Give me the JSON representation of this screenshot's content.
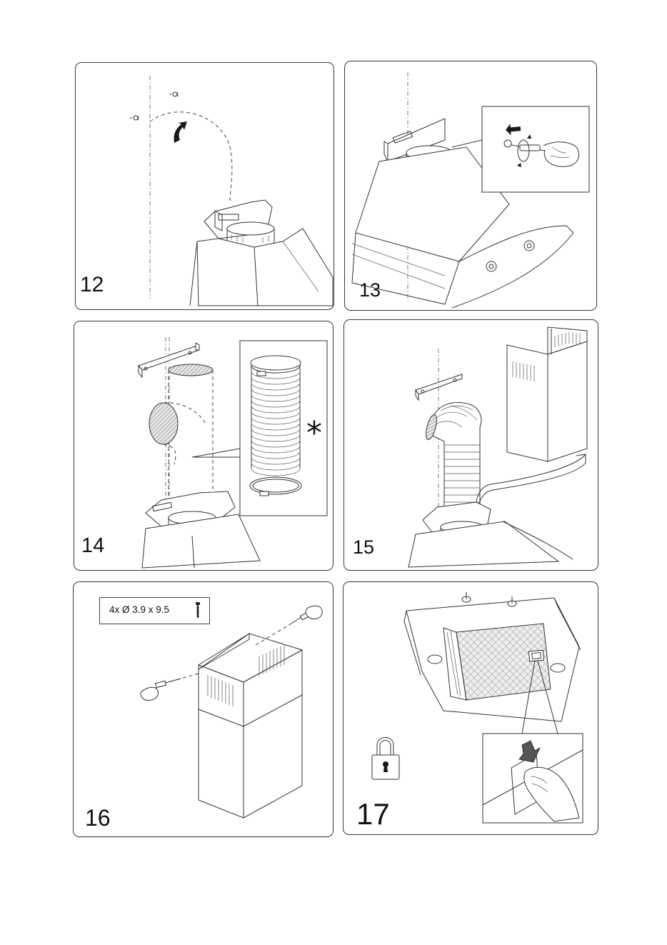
{
  "steps": [
    {
      "number": "12"
    },
    {
      "number": "13"
    },
    {
      "number": "14",
      "symbol": "*"
    },
    {
      "number": "15"
    },
    {
      "number": "16",
      "screw_spec": "4x Ø 3.9 x 9.5"
    },
    {
      "number": "17"
    }
  ],
  "icons": {
    "rotate_arrow": "curved-arrow-icon",
    "lock": "padlock-icon",
    "screwdriver": "screwdriver-icon"
  },
  "colors": {
    "ink": "#333333",
    "panel_border": "#3a3a3a",
    "background": "#ffffff"
  }
}
